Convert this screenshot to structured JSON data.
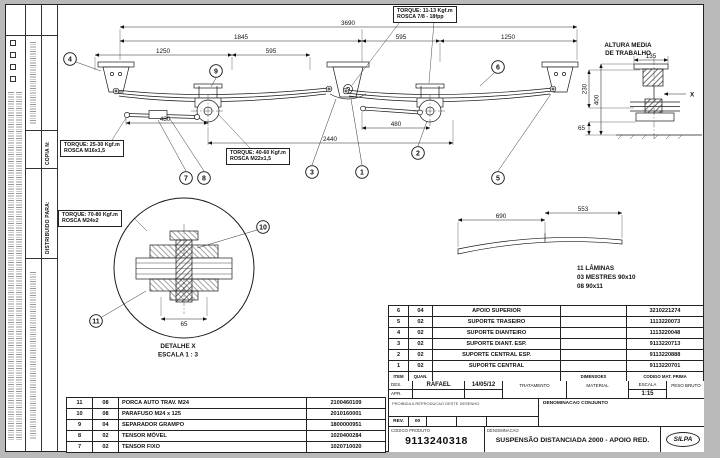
{
  "colors": {
    "sheet": "#ffffff",
    "background": "#b9b9b9",
    "line": "#1a1a1a"
  },
  "left_strip": {
    "copia_label": "COPIA N:",
    "distribuido_label": "DISTRIBUIDO PARA:"
  },
  "torque_notes": [
    {
      "line1": "TORQUE: 11-13 Kgf.m",
      "line2": "ROSCA 7/8 - 18fpp"
    },
    {
      "line1": "TORQUE: 25-30 Kgf.m",
      "line2": "ROSCA M16x1,5"
    },
    {
      "line1": "TORQUE: 40-60 Kgf.m",
      "line2": "ROSCA M22x1,5"
    },
    {
      "line1": "TORQUE: 70-80 Kgf.m",
      "line2": "ROSCA M24x2"
    }
  ],
  "dims": {
    "overall": "3690",
    "upper_left": "1845",
    "upper_mid": "595",
    "upper_right": "1250",
    "lower_left": "1250",
    "lower_mid": "595",
    "axle_distance": "2440",
    "tensor_front": "480",
    "tensor_rear": "480",
    "side_top": "135",
    "side_inner": "230",
    "side_outer": "400",
    "side_bottom": "65",
    "leaf_front": "690",
    "leaf_rear": "553",
    "detail_width": "65"
  },
  "labels": {
    "altura1": "ALTURA MEDIA",
    "altura2": "DE TRABALHO",
    "x_mark": "X",
    "detalhe1": "DETALHE X",
    "detalhe2": "ESCALA 1 : 3",
    "laminas1": "11 LÂMINAS",
    "laminas2": "03 MESTRES 90x10",
    "laminas3": "08 90x11"
  },
  "balloons": {
    "b1": "1",
    "b2": "2",
    "b3": "3",
    "b4": "4",
    "b5": "5",
    "b6": "6",
    "b7": "7",
    "b8": "8",
    "b9": "9",
    "b10": "10",
    "b11": "11"
  },
  "bom_right": {
    "header": {
      "item": "ITEM",
      "qty": "QUAN.",
      "dim": "DIMENSOES",
      "code": "CODIGO MAT. PRIMA"
    },
    "rows": [
      {
        "item": "6",
        "qty": "04",
        "name": "APOIO SUPERIOR",
        "code": "3210221274"
      },
      {
        "item": "5",
        "qty": "02",
        "name": "SUPORTE TRASEIRO",
        "code": "1113220073"
      },
      {
        "item": "4",
        "qty": "02",
        "name": "SUPORTE DIANTEIRO",
        "code": "1113220048"
      },
      {
        "item": "3",
        "qty": "02",
        "name": "SUPORTE DIANT. ESP.",
        "code": "9113220713"
      },
      {
        "item": "2",
        "qty": "02",
        "name": "SUPORTE CENTRAL ESP.",
        "code": "9113220888"
      },
      {
        "item": "1",
        "qty": "02",
        "name": "SUPORTE CENTRAL",
        "code": "9113220701"
      }
    ]
  },
  "bom_left": {
    "rows": [
      {
        "item": "11",
        "qty": "08",
        "name": "PORCA AUTO TRAV. M24",
        "code": "2100460109"
      },
      {
        "item": "10",
        "qty": "08",
        "name": "PARAFUSO M24 x 125",
        "code": "2010160001"
      },
      {
        "item": "9",
        "qty": "04",
        "name": "SEPARADOR GRAMPO",
        "code": "1800000951"
      },
      {
        "item": "8",
        "qty": "02",
        "name": "TENSOR MÓVEL",
        "code": "1020400284"
      },
      {
        "item": "7",
        "qty": "02",
        "name": "TENSOR FIXO",
        "code": "1020710020"
      }
    ]
  },
  "title_block": {
    "des_label": "DES.",
    "apr_label": "APR.",
    "designer": "RAFAEL",
    "date": "14/05/12",
    "tratamento_label": "TRATAMENTO",
    "material_label": "MATERIAL",
    "escala_label": "ESCALA",
    "escala": "1:15",
    "peso_label": "PESO BRUTO",
    "disclaimer": "PROIBIDA A REPRODUCAO DESTE DESENHO",
    "denom_conjunto_label": "DENOMINACAO CONJUNTO",
    "rev_label": "REV.",
    "rev": "00",
    "codigo_label": "CODIGO PRODUTO",
    "codigo": "9113240318",
    "denominacao_label": "DENOMINACAO",
    "denominacao": "SUSPENSÃO DISTANCIADA 2000 - APOIO RED.",
    "logo": "SILPA"
  }
}
